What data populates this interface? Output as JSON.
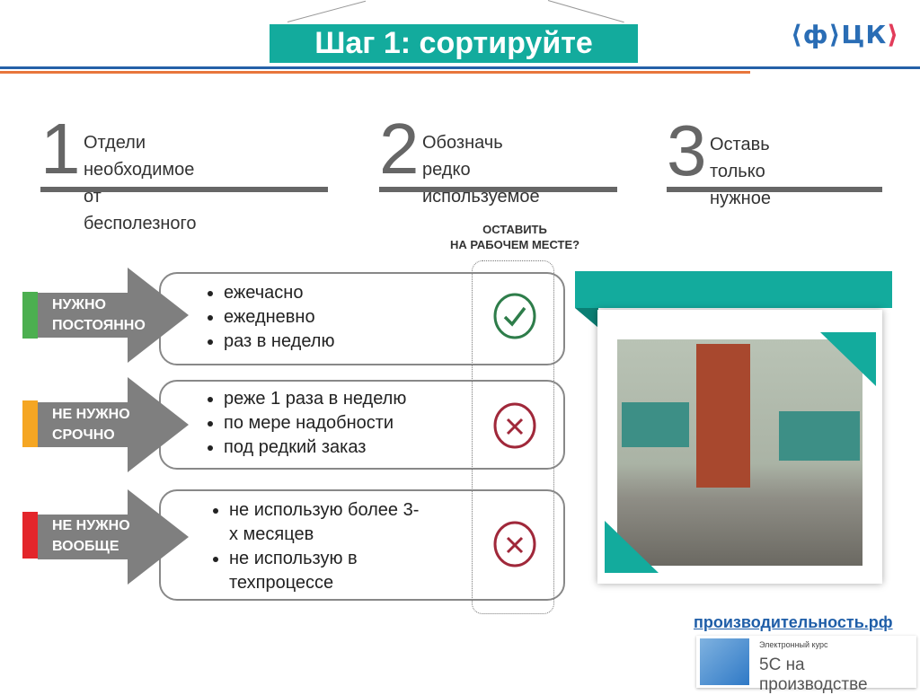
{
  "title": "Шаг 1: сортируйте",
  "logo": {
    "left": "⟨ф⟩ЦК",
    "right": "⟩"
  },
  "steps": [
    {
      "num": "1",
      "text": "Отдели необходимое\nот бесполезного"
    },
    {
      "num": "2",
      "text": "Обозначь редко\nиспользуемое"
    },
    {
      "num": "3",
      "text": "Оставь только\nнужное"
    }
  ],
  "question": "ОСТАВИТЬ\nНА РАБОЧЕМ МЕСТЕ?",
  "rows": [
    {
      "label": "НУЖНО\nПОСТОЯННО",
      "color": "#4caf50",
      "items": [
        "ежечасно",
        "ежедневно",
        "раз в неделю"
      ],
      "verdict": "check"
    },
    {
      "label": "НЕ НУЖНО\nСРОЧНО",
      "color": "#f5a623",
      "items": [
        "реже 1 раза в неделю",
        "по мере надобности",
        "под редкий заказ"
      ],
      "verdict": "cross"
    },
    {
      "label": "НЕ НУЖНО\nВООБЩЕ",
      "color": "#e3262b",
      "items": [
        "не использую более 3-х месяцев",
        "не использую в техпроцессе"
      ],
      "verdict": "cross"
    }
  ],
  "footer": {
    "url": "производительность.рф",
    "course_kicker": "Электронный курс",
    "course_title": "5С на производстве"
  }
}
